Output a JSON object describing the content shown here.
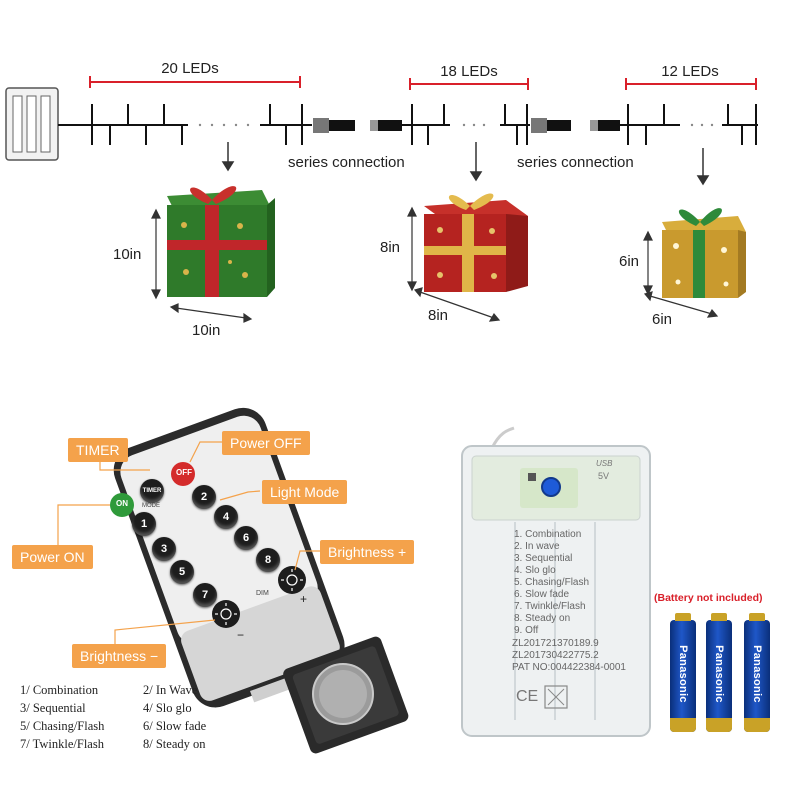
{
  "strings": [
    {
      "led_label": "20 LEDs",
      "box_height": "10in",
      "box_width": "10in"
    },
    {
      "led_label": "18 LEDs",
      "box_height": "8in",
      "box_width": "8in"
    },
    {
      "led_label": "12 LEDs",
      "box_height": "6in",
      "box_width": "6in"
    }
  ],
  "series_label": "series connection",
  "remote": {
    "callouts": {
      "timer": "TIMER",
      "power_off": "Power OFF",
      "light_mode": "Light Mode",
      "power_on": "Power ON",
      "brightness_up": "Brightness +",
      "brightness_down": "Brightness −"
    },
    "keys": {
      "on": "ON",
      "timer": "TIMER",
      "off": "OFF",
      "mode": "MODE",
      "dim": "DIM",
      "minus": "−",
      "plus": "+",
      "numbers": [
        "1",
        "2",
        "3",
        "4",
        "5",
        "6",
        "7",
        "8"
      ]
    }
  },
  "modes": [
    "1/ Combination",
    "2/ In Wave",
    "3/ Sequential",
    "4/ Slo glo",
    "5/ Chasing/Flash",
    "6/ Slow fade",
    "7/ Twinkle/Flash",
    "8/ Steady on"
  ],
  "battery_box": {
    "usb_label": "USB",
    "voltage": "5V",
    "modes": [
      "1. Combination",
      "2. In wave",
      "3. Sequential",
      "4. Slo glo",
      "5. Chasing/Flash",
      "6. Slow fade",
      "7. Twinkle/Flash",
      "8. Steady on",
      "9. Off"
    ],
    "patents": [
      "ZL201721370189.9",
      "ZL201730422775.2",
      "PAT NO:004422384-0001"
    ],
    "ce_mark": "CE"
  },
  "battery_note": "(Battery not included)",
  "battery_brand": "Panasonic",
  "colors": {
    "callout": "#f4a24b",
    "measure_line": "#d9202a",
    "green_box": "#2f7a2a",
    "red_box": "#b52320",
    "gold_box": "#c99a2e",
    "battery_blue": "#1f57c8"
  }
}
